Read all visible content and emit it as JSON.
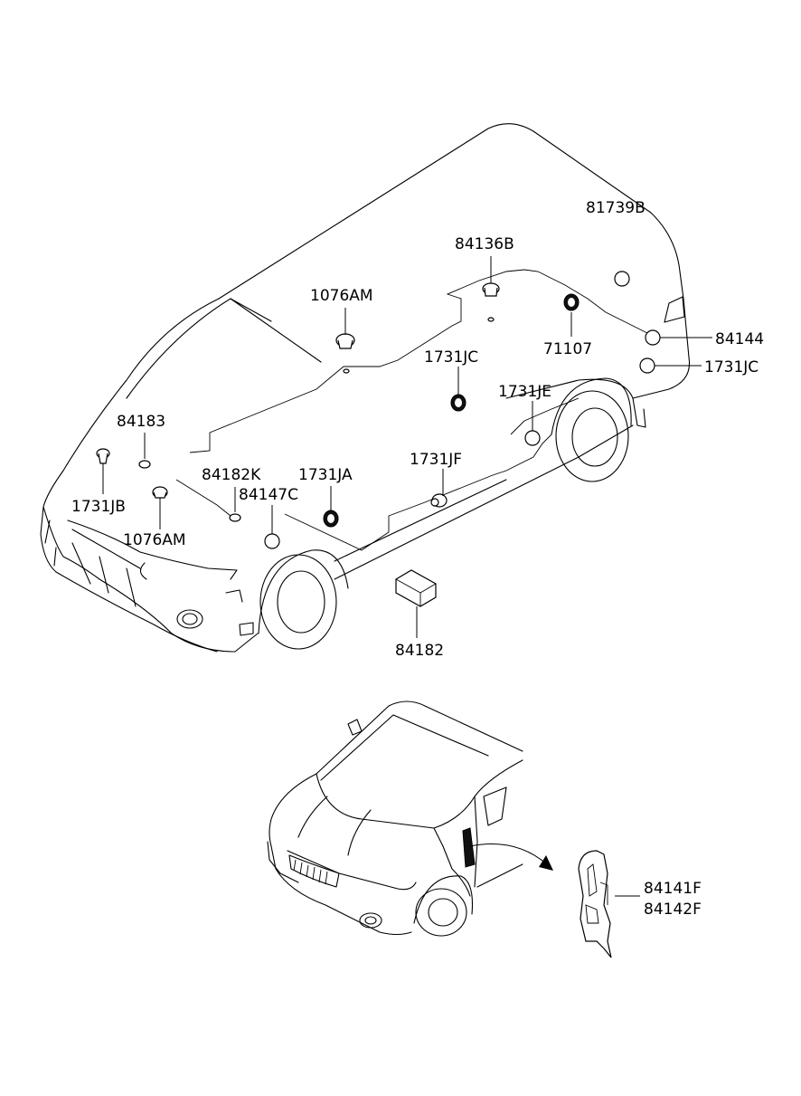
{
  "callouts": {
    "p84136B": "84136B",
    "p81739B": "81739B",
    "p1076AM_top": "1076AM",
    "p84144": "84144",
    "p71107": "71107",
    "p1731JC_mid": "1731JC",
    "p1731JC_right": "1731JC",
    "p1731JE": "1731JE",
    "p84183": "84183",
    "p1731JF": "1731JF",
    "p84182K": "84182K",
    "p1731JA": "1731JA",
    "p84147C": "84147C",
    "p1731JB": "1731JB",
    "p1076AM_bottom": "1076AM",
    "p84182": "84182",
    "p84141F": "84141F",
    "p84142F": "84142F"
  }
}
